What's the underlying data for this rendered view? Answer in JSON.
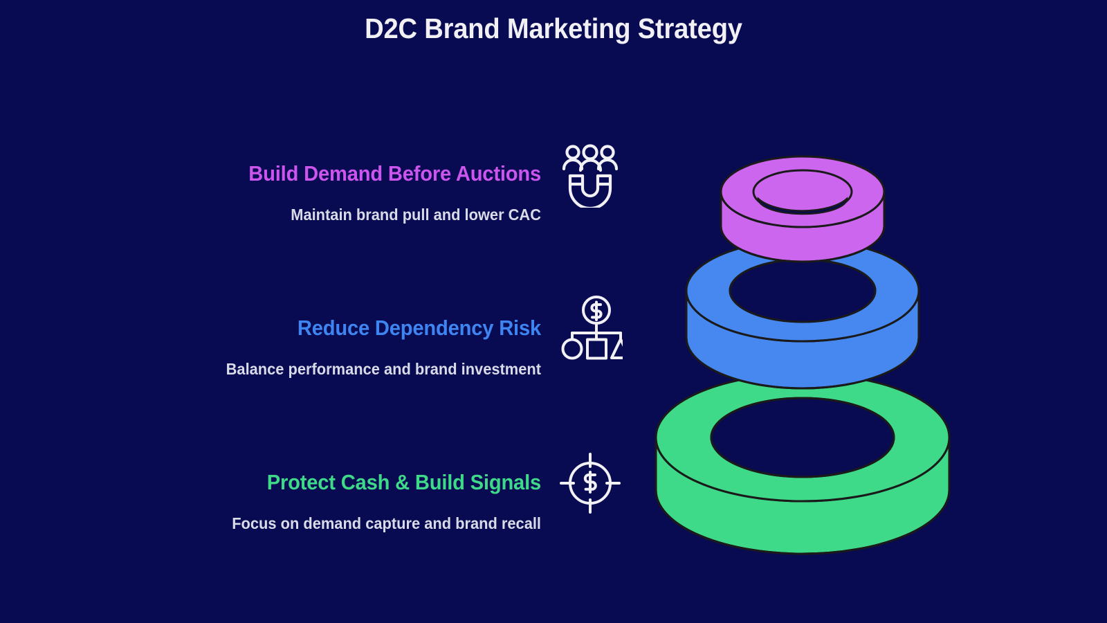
{
  "page": {
    "title": "D2C Brand Marketing Strategy",
    "background_color": "#080a52",
    "title_color": "#f0f0f5"
  },
  "rows": [
    {
      "heading": "Build Demand Before Auctions",
      "subtitle": "Maintain brand pull and lower CAC",
      "color": "#cc55ee",
      "icon": "people-magnet-icon"
    },
    {
      "heading": "Reduce Dependency Risk",
      "subtitle": "Balance performance and brand investment",
      "color": "#3f85f2",
      "icon": "dollar-allocation-tree-icon"
    },
    {
      "heading": "Protect Cash & Build Signals",
      "subtitle": "Focus on demand capture and brand recall",
      "color": "#3ed989",
      "icon": "dollar-crosshair-target-icon"
    }
  ],
  "graphic": {
    "name": "stacked-3d-rings",
    "description": "Three stacked 3D donut rings increasing in size from top to bottom",
    "rings": [
      {
        "label": "top-ring",
        "color": "#cc66ee",
        "level": 1
      },
      {
        "label": "middle-ring",
        "color": "#4787f0",
        "level": 2
      },
      {
        "label": "bottom-ring",
        "color": "#3ed989",
        "level": 3
      }
    ],
    "outline_color": "#1a1a1a"
  }
}
